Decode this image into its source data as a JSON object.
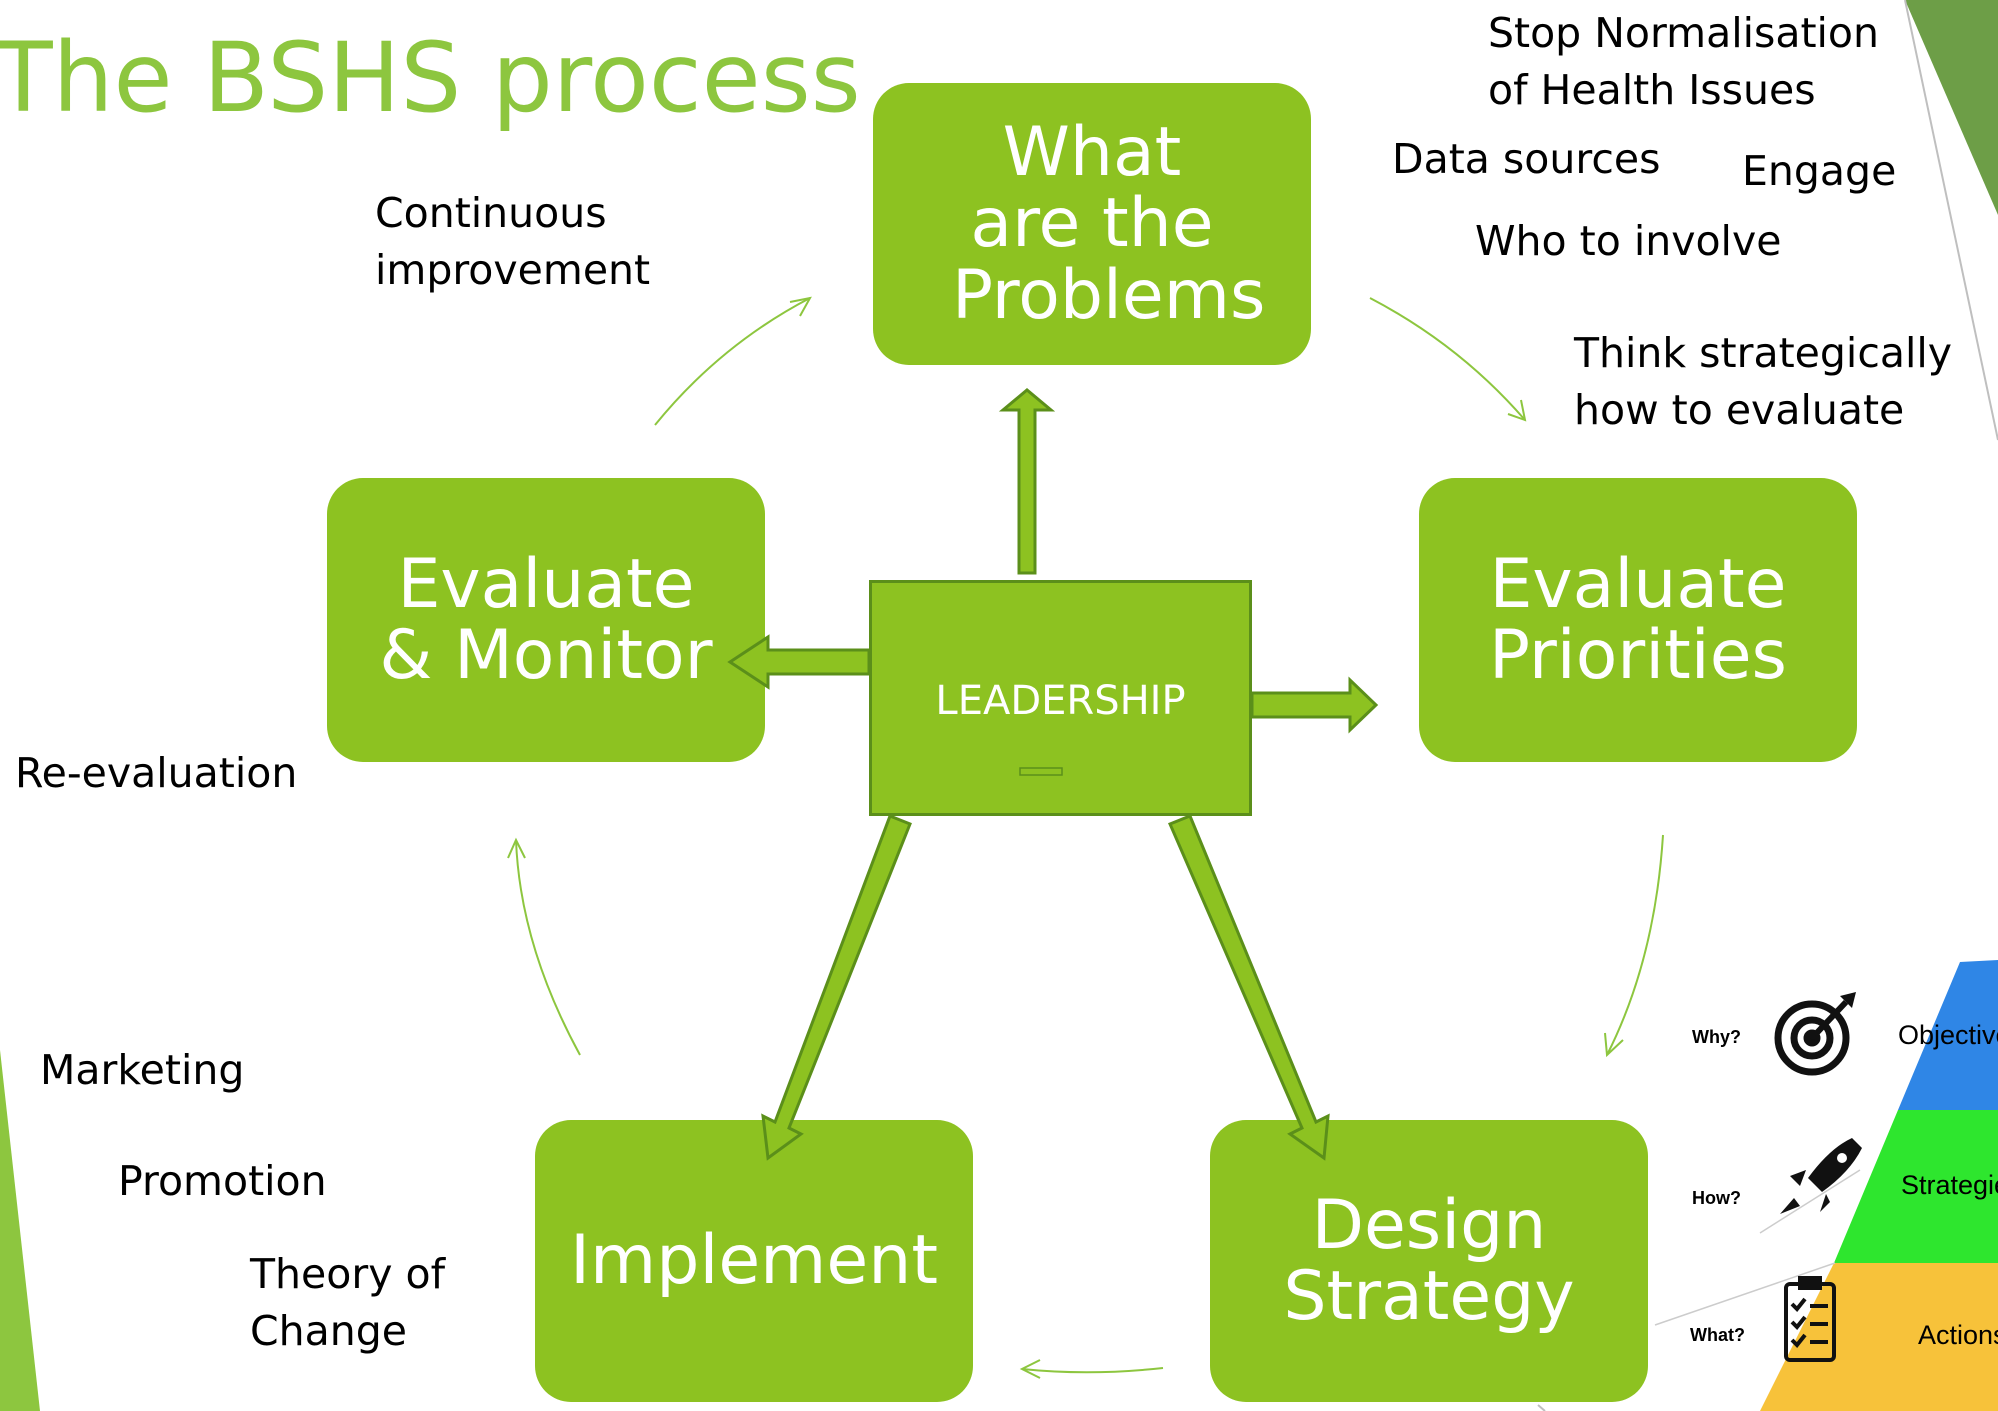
{
  "title": "The BSHS process",
  "boxes": {
    "problems": "What are the Problems",
    "priorities": "Evaluate Priorities",
    "design": "Design Strategy",
    "implement": "Implement",
    "evaluate": "Evaluate & Monitor"
  },
  "center": {
    "label": "LEADERSHIP"
  },
  "notes": {
    "stop_normalisation": "Stop  Normalisation\nof Health Issues",
    "data_sources": "Data sources",
    "engage": "Engage",
    "who_to_involve": "Who to involve",
    "think_strategically": "Think strategically\nhow to evaluate",
    "continuous_improvement": "Continuous\nimprovement",
    "re_evaluation": "Re-evaluation",
    "marketing": "Marketing",
    "promotion": "Promotion",
    "theory_of_change": "Theory of\nChange"
  },
  "pyramid": {
    "why": "Why?",
    "how": "How?",
    "what": "What?",
    "objectives": "Objectives",
    "strategies": "Strategies",
    "actions": "Actions",
    "colors": {
      "objectives": "#2f86e6",
      "strategies": "#2ee62e",
      "actions": "#f7c23a"
    }
  },
  "colors": {
    "green": "#8dc221",
    "title_green": "#8dc63f"
  }
}
